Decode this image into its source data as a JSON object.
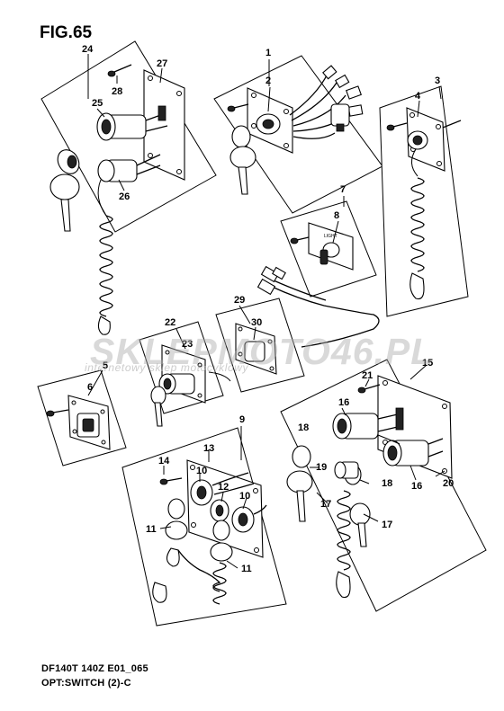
{
  "figure": {
    "title": "FIG.65",
    "model_code": "DF140T 140Z E01_065",
    "description": "OPT:SWITCH (2)-C"
  },
  "watermark": {
    "main": "SKLEPMOTO46.PL",
    "sub": "internetowy sklep motocyklowy"
  },
  "callouts": [
    {
      "id": "c24",
      "label": "24"
    },
    {
      "id": "c27",
      "label": "27"
    },
    {
      "id": "c28",
      "label": "28"
    },
    {
      "id": "c25",
      "label": "25"
    },
    {
      "id": "c26",
      "label": "26"
    },
    {
      "id": "c1",
      "label": "1"
    },
    {
      "id": "c2",
      "label": "2"
    },
    {
      "id": "c3",
      "label": "3"
    },
    {
      "id": "c4",
      "label": "4"
    },
    {
      "id": "c7",
      "label": "7"
    },
    {
      "id": "c8",
      "label": "8"
    },
    {
      "id": "c29",
      "label": "29"
    },
    {
      "id": "c30",
      "label": "30"
    },
    {
      "id": "c22",
      "label": "22"
    },
    {
      "id": "c23",
      "label": "23"
    },
    {
      "id": "c5",
      "label": "5"
    },
    {
      "id": "c6",
      "label": "6"
    },
    {
      "id": "c15",
      "label": "15"
    },
    {
      "id": "c21",
      "label": "21"
    },
    {
      "id": "c16a",
      "label": "16"
    },
    {
      "id": "c16b",
      "label": "16"
    },
    {
      "id": "c18a",
      "label": "18"
    },
    {
      "id": "c18b",
      "label": "18"
    },
    {
      "id": "c19",
      "label": "19"
    },
    {
      "id": "c20",
      "label": "20"
    },
    {
      "id": "c17a",
      "label": "17"
    },
    {
      "id": "c17b",
      "label": "17"
    },
    {
      "id": "c9",
      "label": "9"
    },
    {
      "id": "c13",
      "label": "13"
    },
    {
      "id": "c14",
      "label": "14"
    },
    {
      "id": "c10a",
      "label": "10"
    },
    {
      "id": "c10b",
      "label": "10"
    },
    {
      "id": "c12",
      "label": "12"
    },
    {
      "id": "c11a",
      "label": "11"
    },
    {
      "id": "c11b",
      "label": "11"
    }
  ]
}
